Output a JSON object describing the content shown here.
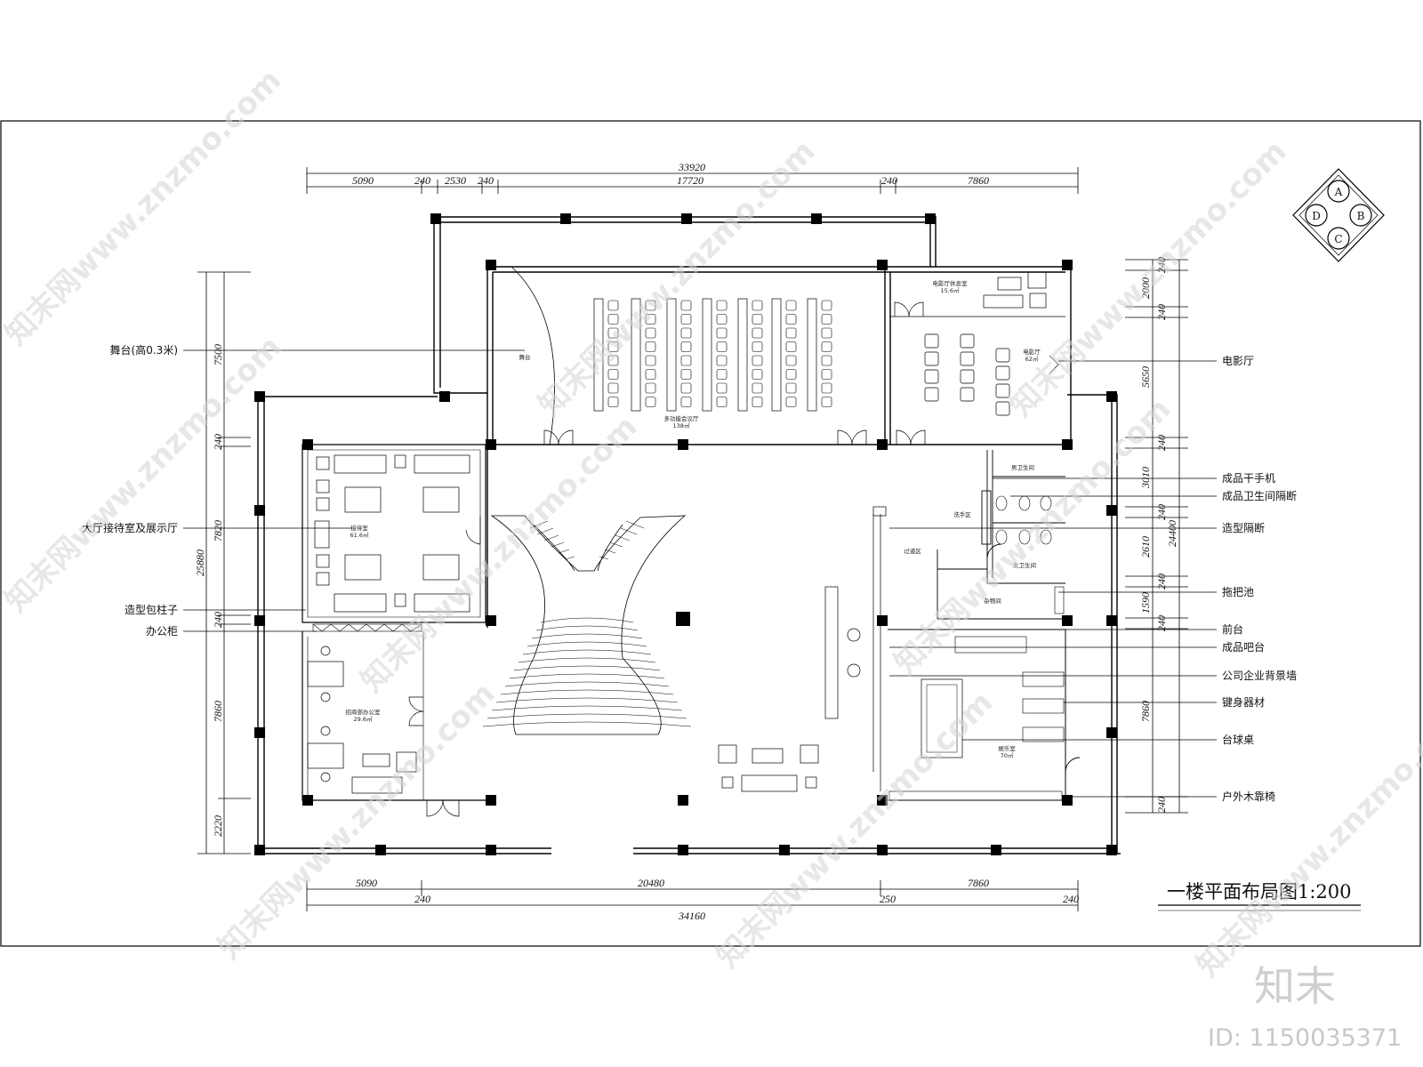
{
  "title": "一楼平面布局图1:200",
  "compass": [
    "A",
    "B",
    "C",
    "D"
  ],
  "dims_top": {
    "overall": "33920",
    "parts": [
      "5090",
      "240",
      "2530",
      "240",
      "17720",
      "240",
      "7860"
    ]
  },
  "dims_bottom": {
    "row1": [
      "5090",
      "20480",
      "7860"
    ],
    "row2": [
      "240",
      "250",
      "240"
    ],
    "overall": "34160"
  },
  "dims_left": {
    "overall": "25880",
    "parts": [
      "7500",
      "240",
      "7820",
      "240",
      "7860",
      "2220"
    ]
  },
  "dims_right": {
    "overall": "24400",
    "parts": [
      "240",
      "2000",
      "240",
      "5650",
      "240",
      "3010",
      "240",
      "2610",
      "240",
      "1590",
      "240",
      "7860",
      "240"
    ]
  },
  "left_labels": [
    "舞台(高0.3米)",
    "大厅接待室及展示厅",
    "造型包柱子",
    "办公柜"
  ],
  "right_labels": [
    "电影厅",
    "成品干手机",
    "成品卫生间隔断",
    "造型隔断",
    "拖把池",
    "前台",
    "成品吧台",
    "公司企业背景墙",
    "键身器材",
    "台球桌",
    "户外木靠椅"
  ],
  "rooms": {
    "stage": "舞台",
    "meeting": "多功能会议厅",
    "meeting_area": "138㎡",
    "cinema_lounge": "电影厅休息室",
    "cinema_lounge_area": "15.6㎡",
    "cinema": "电影厅",
    "cinema_area": "62㎡",
    "reception": "接待室",
    "reception_area": "61.6㎡",
    "office": "招商部办公室",
    "office_area": "29.6㎡",
    "mens_wc": "男卫生间",
    "womens_wc": "女卫生间",
    "wash": "洗手区",
    "passage": "过道区",
    "storage": "杂物间",
    "recreation": "娱乐室",
    "recreation_area": "70㎡"
  },
  "brand": {
    "name": "知末",
    "id": "ID: 1150035371",
    "watermark": "知末网www.znzmo.com"
  }
}
